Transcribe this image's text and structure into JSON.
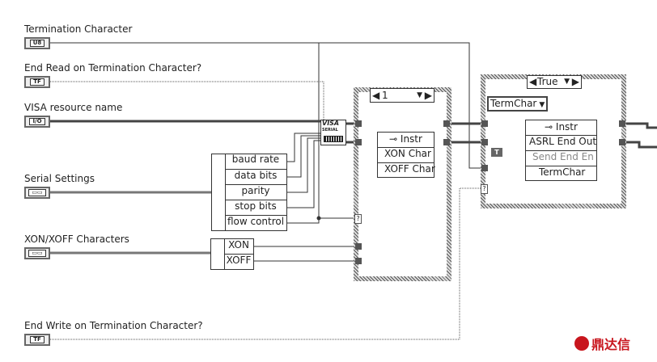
{
  "controls": [
    {
      "label": "Termination Character",
      "type": "U8"
    },
    {
      "label": "End Read on Termination Character?",
      "type": "TF"
    },
    {
      "label": "VISA resource name",
      "type": "I/O"
    },
    {
      "label": "Serial Settings",
      "type": "cluster"
    },
    {
      "label": "XON/XOFF Characters",
      "type": "cluster"
    },
    {
      "label": "End Write on Termination Character?",
      "type": "TF"
    }
  ],
  "serial_unbundle": [
    "baud rate",
    "data bits",
    "parity",
    "stop bits",
    "flow control"
  ],
  "xon_unbundle": [
    "XON",
    "XOFF"
  ],
  "visa_node": {
    "title": "VISA",
    "sub": "SERIAL"
  },
  "case1": {
    "selector": "1",
    "property_node": {
      "class": "Instr",
      "items": [
        "XON Char",
        "XOFF Char"
      ]
    }
  },
  "case2": {
    "selector": "True",
    "enum": "TermChar",
    "bool_const": "T",
    "property_node": {
      "class": "Instr",
      "items": [
        "ASRL End Out",
        "Send End En",
        "TermChar"
      ]
    }
  },
  "unknown_tunnel": "?",
  "watermark": "鼎达信",
  "colors": {
    "wire": "#333333",
    "brand": "#c8151d"
  }
}
